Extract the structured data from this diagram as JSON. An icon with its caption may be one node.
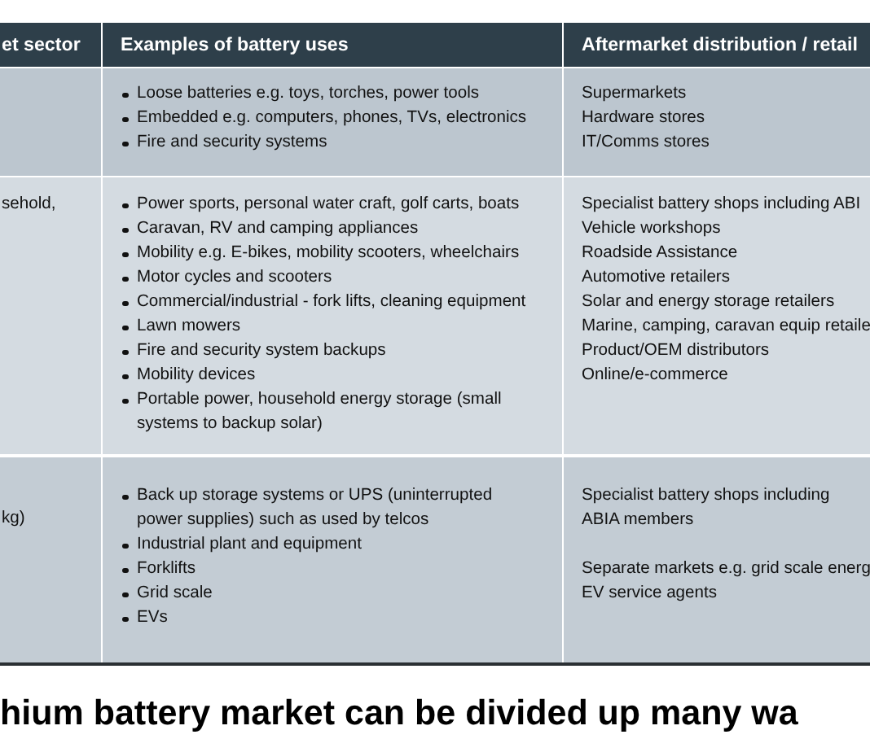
{
  "diagram": {
    "caption": "hium battery market can be divided up many wa",
    "labels": [
      "et sector",
      "Examples of battery uses",
      "Aftermarket distribution / retail",
      "Loose batteries e.g. toys, torches, power tools",
      "Embedded e.g. computers, phones, TVs, electronics",
      "Fire and security systems",
      "Supermarkets",
      "Hardware stores",
      "IT/Comms stores",
      "sehold,",
      "Power sports, personal water craft, golf carts, boats",
      "Caravan, RV and camping appliances",
      "Mobility e.g. E-bikes, mobility scooters, wheelchairs",
      "Motor cycles and scooters",
      "Commercial/industrial - fork lifts, cleaning equipment",
      "Lawn mowers",
      "Fire and security system backups",
      "Mobility devices",
      "Portable power, household energy storage (small systems to backup solar)",
      "Specialist battery shops including ABI",
      "Vehicle workshops",
      "Roadside Assistance",
      "Automotive retailers",
      "Solar and energy storage retailers",
      "Marine, camping, caravan equip retaile",
      "Product/OEM distributors",
      "Online/e-commerce",
      "kg)",
      "Back up storage systems or UPS (uninterrupted power supplies) such as used by telcos",
      "Industrial plant and equipment",
      "Forklifts",
      "Grid scale",
      "EVs",
      "Specialist battery shops including ABIA members",
      "Separate markets e.g. grid scale energ",
      "EV service agents"
    ]
  }
}
